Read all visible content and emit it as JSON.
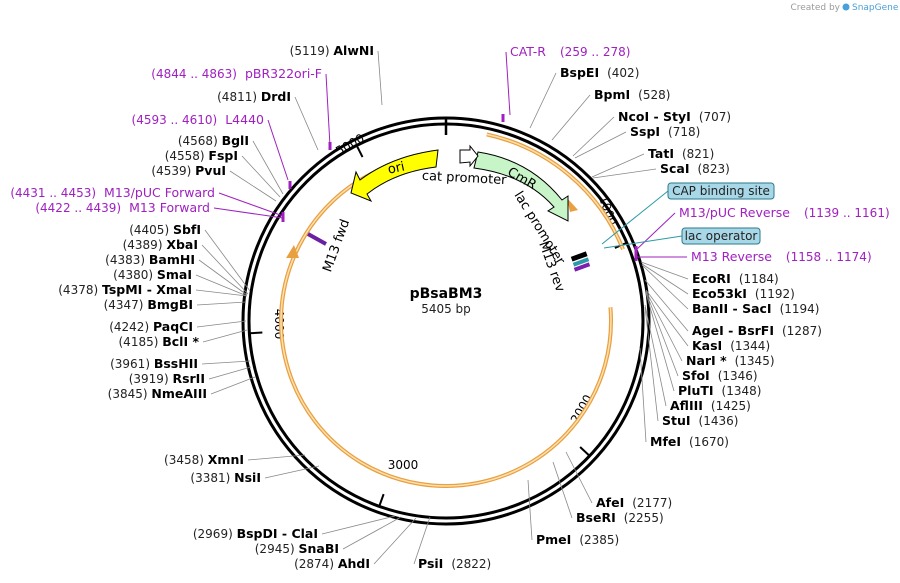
{
  "credit": {
    "prefix": "Created by",
    "brand": "SnapGene"
  },
  "plasmid": {
    "name": "pBsaBM3",
    "length_label": "5405 bp",
    "length": 5405
  },
  "ruler_ticks": [
    {
      "pos": 1000,
      "label": "1000"
    },
    {
      "pos": 2000,
      "label": "2000"
    },
    {
      "pos": 3000,
      "label": "3000"
    },
    {
      "pos": 4000,
      "label": "4000"
    },
    {
      "pos": 5000,
      "label": "5000"
    }
  ],
  "features": [
    {
      "name": "ori",
      "type": "ori",
      "color": "#ffff00"
    },
    {
      "name": "CmR",
      "type": "cds",
      "color": "#c8f5c8"
    },
    {
      "name": "cat promoter",
      "type": "promoter"
    },
    {
      "name": "lac promoter",
      "type": "promoter"
    },
    {
      "name": "M13 fwd",
      "type": "primer_bind"
    },
    {
      "name": "M13 rev",
      "type": "primer_bind"
    }
  ],
  "boxed_features": [
    {
      "name": "CAP binding site",
      "color": "#a8d8e8"
    },
    {
      "name": "lac operator",
      "color": "#a8d8e8"
    }
  ],
  "restriction_sites": [
    {
      "name": "AlwNI",
      "pos": "(5119)"
    },
    {
      "name": "BspEI",
      "pos": "(402)"
    },
    {
      "name": "BpmI",
      "pos": "(528)"
    },
    {
      "name": "NcoI",
      "name2": "StyI",
      "pos": "(707)"
    },
    {
      "name": "SspI",
      "pos": "(718)"
    },
    {
      "name": "TatI",
      "pos": "(821)"
    },
    {
      "name": "ScaI",
      "pos": "(823)"
    },
    {
      "name": "EcoRI",
      "pos": "(1184)"
    },
    {
      "name": "Eco53kI",
      "pos": "(1192)"
    },
    {
      "name": "BanII",
      "name2": "SacI",
      "pos": "(1194)"
    },
    {
      "name": "AgeI",
      "name2": "BsrFI",
      "pos": "(1287)"
    },
    {
      "name": "KasI",
      "pos": "(1344)"
    },
    {
      "name": "NarI *",
      "pos": "(1345)"
    },
    {
      "name": "SfoI",
      "pos": "(1346)"
    },
    {
      "name": "PluTI",
      "pos": "(1348)"
    },
    {
      "name": "AflIII",
      "pos": "(1425)"
    },
    {
      "name": "StuI",
      "pos": "(1436)"
    },
    {
      "name": "MfeI",
      "pos": "(1670)"
    },
    {
      "name": "AfeI",
      "pos": "(2177)"
    },
    {
      "name": "BseRI",
      "pos": "(2255)"
    },
    {
      "name": "PmeI",
      "pos": "(2385)"
    },
    {
      "name": "PsiI",
      "pos": "(2822)"
    },
    {
      "name": "AhdI",
      "pos": "(2874)"
    },
    {
      "name": "SnaBI",
      "pos": "(2945)"
    },
    {
      "name": "BspDI",
      "name2": "ClaI",
      "pos": "(2969)"
    },
    {
      "name": "NsiI",
      "pos": "(3381)"
    },
    {
      "name": "XmnI",
      "pos": "(3458)"
    },
    {
      "name": "NmeAIII",
      "pos": "(3845)"
    },
    {
      "name": "RsrII",
      "pos": "(3919)"
    },
    {
      "name": "BssHII",
      "pos": "(3961)"
    },
    {
      "name": "BclI *",
      "pos": "(4185)"
    },
    {
      "name": "PaqCI",
      "pos": "(4242)"
    },
    {
      "name": "BmgBI",
      "pos": "(4347)"
    },
    {
      "name": "TspMI",
      "name2": "XmaI",
      "pos": "(4378)"
    },
    {
      "name": "SmaI",
      "pos": "(4380)"
    },
    {
      "name": "BamHI",
      "pos": "(4383)"
    },
    {
      "name": "XbaI",
      "pos": "(4389)"
    },
    {
      "name": "SbfI",
      "pos": "(4405)"
    },
    {
      "name": "PvuI",
      "pos": "(4539)"
    },
    {
      "name": "FspI",
      "pos": "(4558)"
    },
    {
      "name": "BglI",
      "pos": "(4568)"
    },
    {
      "name": "DrdI",
      "pos": "(4811)"
    }
  ],
  "primers": [
    {
      "name": "CAT-R",
      "range": "(259 .. 278)"
    },
    {
      "name": "pBR322ori-F",
      "range": "(4844 .. 4863)"
    },
    {
      "name": "L4440",
      "range": "(4593 .. 4610)"
    },
    {
      "name": "M13/pUC Forward",
      "range": "(4431 .. 4453)"
    },
    {
      "name": "M13 Forward",
      "range": "(4422 .. 4439)"
    },
    {
      "name": "M13/pUC Reverse",
      "range": "(1139 .. 1161)"
    },
    {
      "name": "M13 Reverse",
      "range": "(1158 .. 1174)"
    }
  ]
}
